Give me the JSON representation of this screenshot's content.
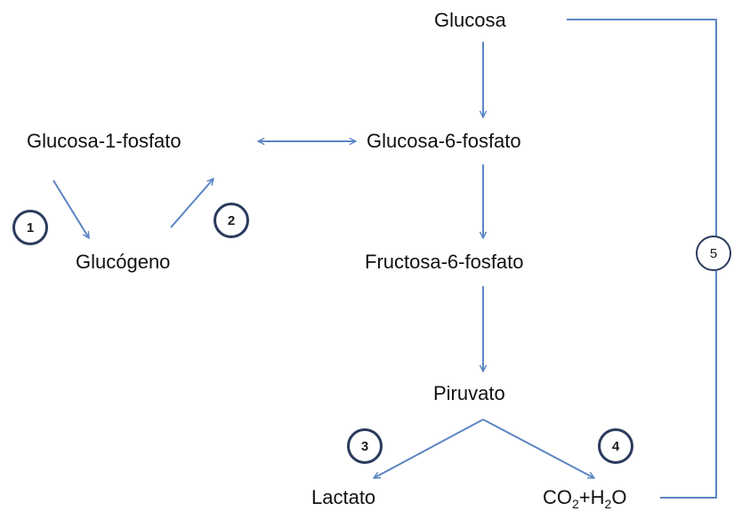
{
  "nodes": {
    "glucosa": "Glucosa",
    "glucosa_1_fosfato": "Glucosa-1-fosfato",
    "glucosa_6_fosfato": "Glucosa-6-fosfato",
    "glucogeno": "Glucógeno",
    "fructosa_6_fosfato": "Fructosa-6-fosfato",
    "piruvato": "Piruvato",
    "lactato": "Lactato",
    "co2_h2o": {
      "co": "CO",
      "sub1": "2",
      "plus_h": "+H",
      "sub2": "2",
      "o": "O"
    }
  },
  "steps": [
    "1",
    "2",
    "3",
    "4",
    "5"
  ],
  "colors": {
    "arrow": "#5b85c3",
    "badge_border": "#2b3a5e",
    "text": "#111111"
  }
}
